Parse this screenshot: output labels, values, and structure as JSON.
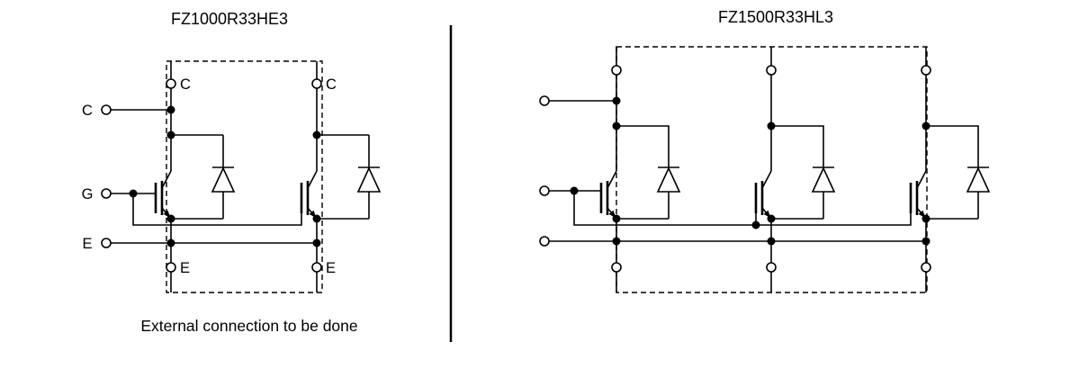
{
  "left": {
    "title": "FZ1000R33HE3",
    "caption": "External connection to be done",
    "external_terminals": {
      "collector": "C",
      "gate": "G",
      "emitter": "E"
    },
    "internal_terminals": {
      "collector_1": "C",
      "collector_2": "C",
      "emitter_1": "E",
      "emitter_2": "E"
    }
  },
  "right": {
    "title": "FZ1500R33HL3"
  },
  "colors": {
    "line": "#000000",
    "background": "#ffffff"
  }
}
